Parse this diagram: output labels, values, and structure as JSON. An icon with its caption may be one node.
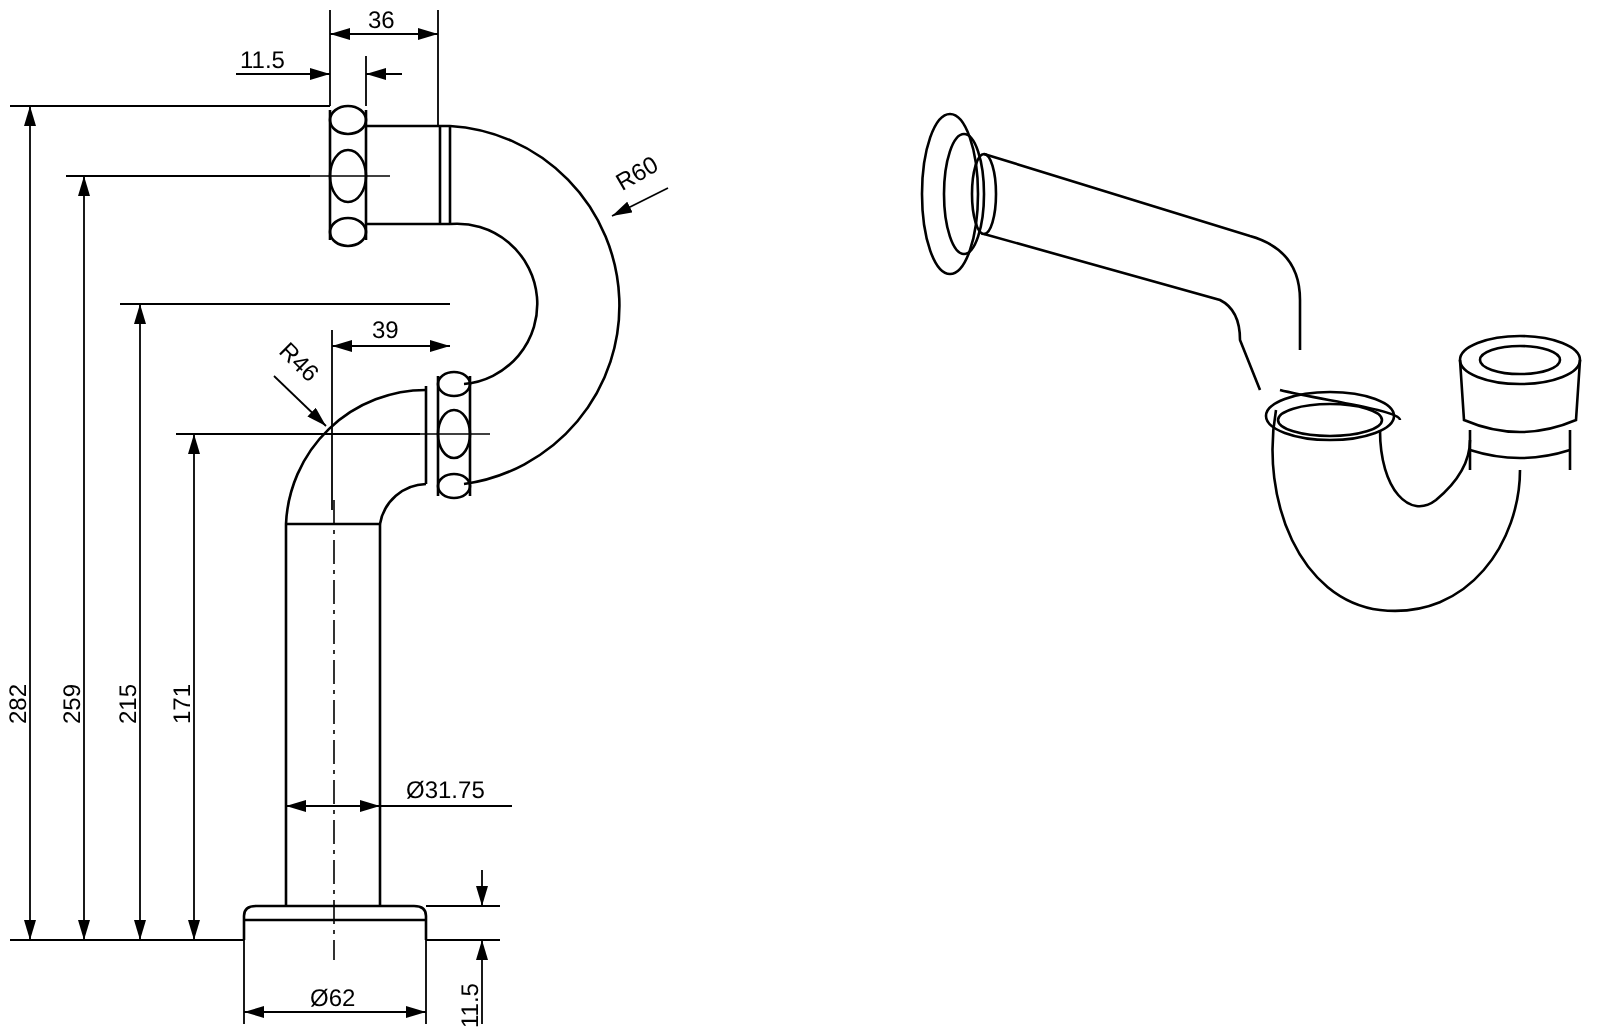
{
  "diagram": {
    "labels": [
      "36",
      "11.5",
      "R60",
      "39",
      "R46",
      "282",
      "259",
      "215",
      "171",
      "Ø31.75",
      "Ø62",
      "11.5"
    ]
  }
}
